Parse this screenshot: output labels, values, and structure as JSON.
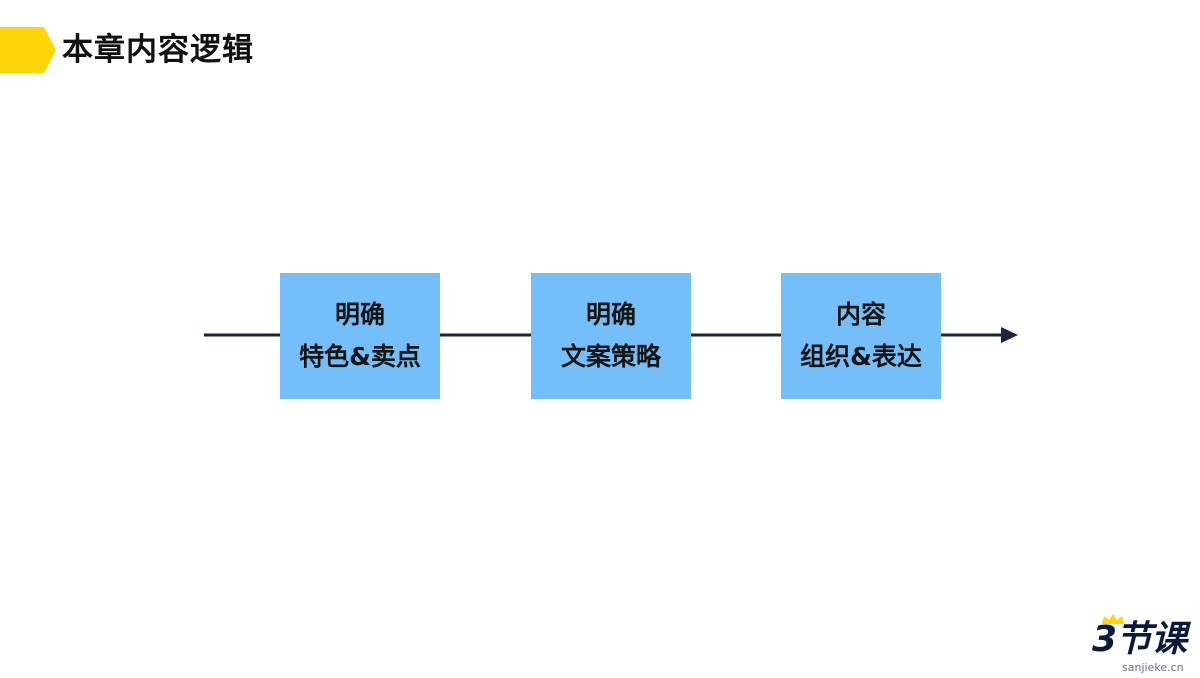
{
  "header": {
    "title": "本章内容逻辑",
    "accent_color": "#ffd60a"
  },
  "flow": {
    "steps": [
      {
        "line1": "明确",
        "line2": "特色&卖点"
      },
      {
        "line1": "明确",
        "line2": "文案策略"
      },
      {
        "line1": "内容",
        "line2": "组织&表达"
      }
    ],
    "box_color": "#74bff9",
    "arrow_color": "#1c2538"
  },
  "brand": {
    "mark": "3节课",
    "url": "sanjieke.cn",
    "crown_color": "#ffd60a"
  }
}
